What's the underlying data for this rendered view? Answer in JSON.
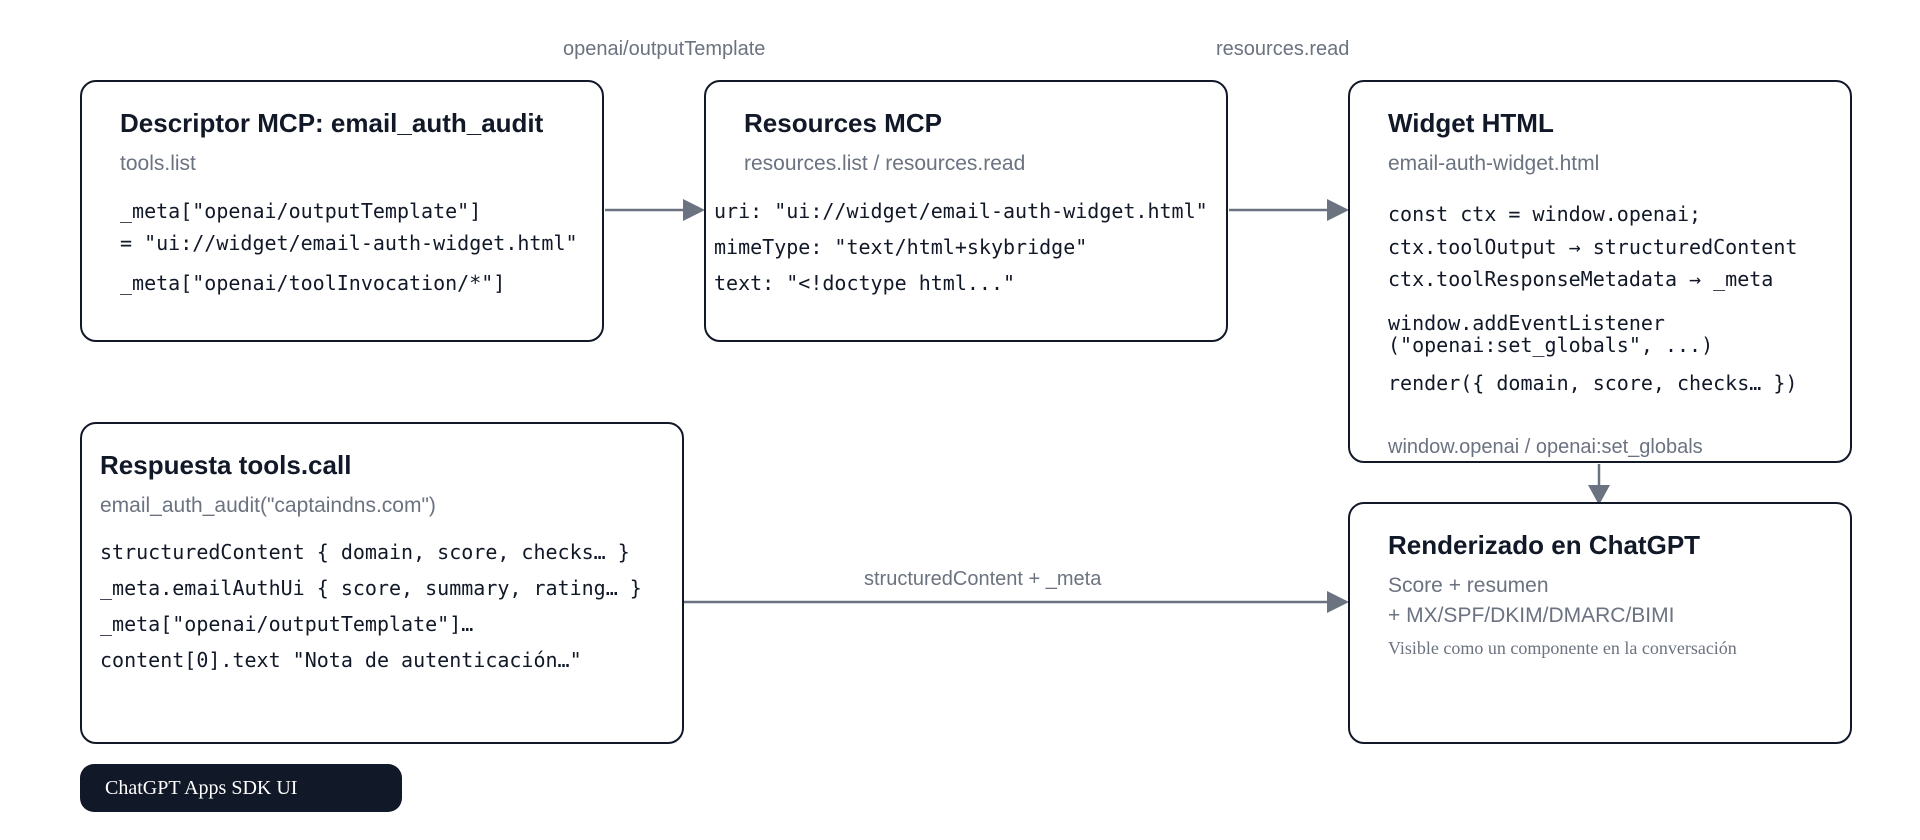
{
  "colors": {
    "border": "#111827",
    "muted": "#6b7280",
    "arrow": "#6b7280",
    "badge_bg": "#111827"
  },
  "edges": {
    "descriptor_to_resources": "openai/outputTemplate",
    "resources_to_widget": "resources.read",
    "widget_to_render": "window.openai / openai:set_globals",
    "response_to_render": "structuredContent + _meta"
  },
  "nodes": {
    "descriptor": {
      "title": "Descriptor MCP: email_auth_audit",
      "subtitle": "tools.list",
      "lines": [
        "_meta[\"openai/outputTemplate\"]",
        "= \"ui://widget/email-auth-widget.html\"",
        "_meta[\"openai/toolInvocation/*\"]"
      ]
    },
    "resources": {
      "title": "Resources MCP",
      "subtitle": "resources.list / resources.read",
      "lines": [
        "uri: \"ui://widget/email-auth-widget.html\"",
        "mimeType: \"text/html+skybridge\"",
        "text: \"<!doctype html...\""
      ]
    },
    "widget": {
      "title": "Widget HTML",
      "subtitle": "email-auth-widget.html",
      "lines": [
        "const ctx = window.openai;",
        "ctx.toolOutput → structuredContent",
        "ctx.toolResponseMetadata → _meta",
        "window.addEventListener",
        "(\"openai:set_globals\", ...)",
        "render({ domain, score, checks… })"
      ]
    },
    "response": {
      "title": "Respuesta tools.call",
      "subtitle": "email_auth_audit(\"captaindns.com\")",
      "lines": [
        "structuredContent { domain, score, checks… }",
        "_meta.emailAuthUi { score, summary, rating… }",
        "_meta[\"openai/outputTemplate\"]…",
        "content[0].text \"Nota de autenticación…\""
      ]
    },
    "render": {
      "title": "Renderizado en ChatGPT",
      "lines": [
        "Score + resumen",
        "+ MX/SPF/DKIM/DMARC/BIMI"
      ],
      "note": "Visible como un componente en la conversación"
    }
  },
  "badge": {
    "label": "ChatGPT Apps SDK UI"
  }
}
